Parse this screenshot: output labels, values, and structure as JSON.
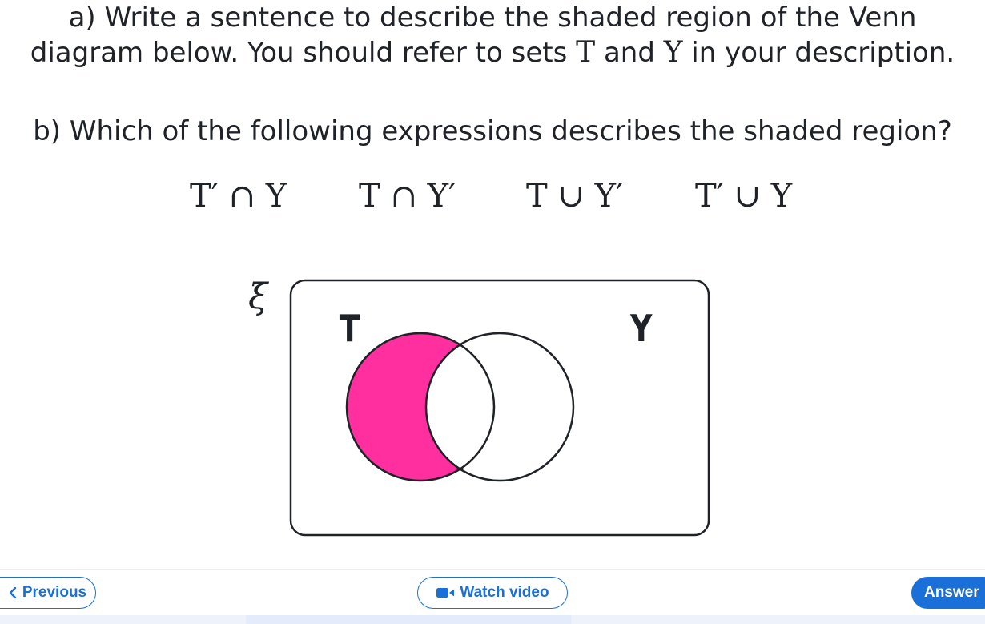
{
  "question": {
    "part_a_prefix": "a) Write a sentence to describe the shaded region of the Venn",
    "part_a_line2_start": "diagram below. You should refer to sets ",
    "set_t": "T",
    "and_text": " and ",
    "set_y": "Y",
    "part_a_line2_end": " in your description.",
    "part_b": "b) Which of the following expressions describes the shaded region?"
  },
  "options": [
    "T′ ∩ Y",
    "T ∩ Y′",
    "T ∪ Y′",
    "T′ ∪ Y"
  ],
  "venn": {
    "universal_symbol": "ξ",
    "label_left": "T",
    "label_right": "Y",
    "shade_color": "#ff2fa0"
  },
  "footer": {
    "previous_label": "Previous",
    "video_label": "Watch video",
    "answer_label": "Answer"
  },
  "colors": {
    "accent": "#1a6fd8",
    "text": "#1f2328"
  }
}
